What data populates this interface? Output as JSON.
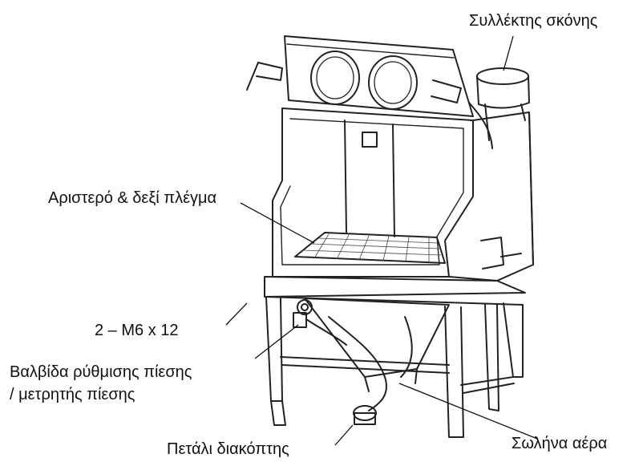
{
  "labels": {
    "dust_collector": "Συλλέκτης σκόνης",
    "grid": "Αριστερό & δεξί πλέγμα",
    "bolts": "2 – M6 x 12",
    "regulator_line1": "Βαλβίδα ρύθμισης πίεσης",
    "regulator_line2": "/ μετρητής πίεσης",
    "air_hose": "Σωλήνα αέρα",
    "foot_switch": "Πετάλι διακόπτης"
  }
}
